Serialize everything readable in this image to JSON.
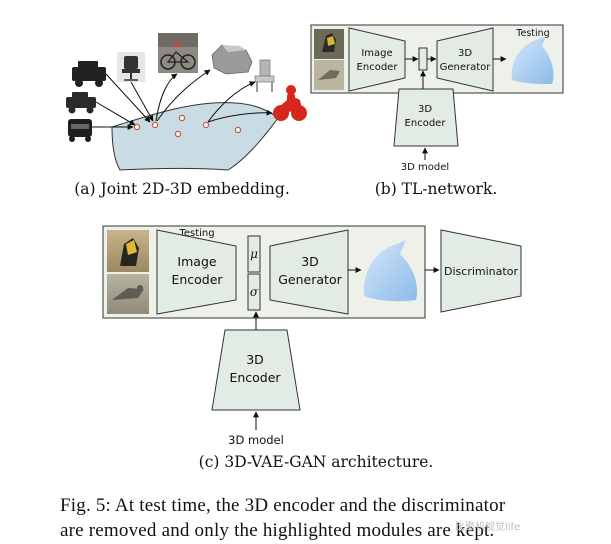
{
  "panel_a": {
    "caption": "(a) Joint 2D-3D embedding."
  },
  "panel_b": {
    "caption": "(b) TL-network.",
    "testing_label": "Testing",
    "image_encoder": [
      "Image",
      "Encoder"
    ],
    "generator": [
      "3D",
      "Generator"
    ],
    "encoder_3d": [
      "3D",
      "Encoder"
    ],
    "input_label": "3D model"
  },
  "panel_c": {
    "caption": "(c) 3D-VAE-GAN architecture.",
    "testing_label": "Testing",
    "image_encoder": [
      "Image",
      "Encoder"
    ],
    "mu": "μ",
    "sigma": "σ",
    "generator": [
      "3D",
      "Generator"
    ],
    "discriminator": "Discriminator",
    "encoder_3d": [
      "3D",
      "Encoder"
    ],
    "input_label": "3D model"
  },
  "figure_caption": {
    "line1": "Fig. 5:  At test time, the 3D encoder and the discriminator",
    "line2": "are removed and only the highlighted modules are kept."
  },
  "watermark": "比聚机视觉life",
  "colors": {
    "module_fill": "#e3ebe5",
    "highlight_fill": "#eef1e9",
    "embedding_fill": "#c9dce4",
    "voxel_blue": "#a9cdee",
    "red_moto": "#d7261d"
  }
}
